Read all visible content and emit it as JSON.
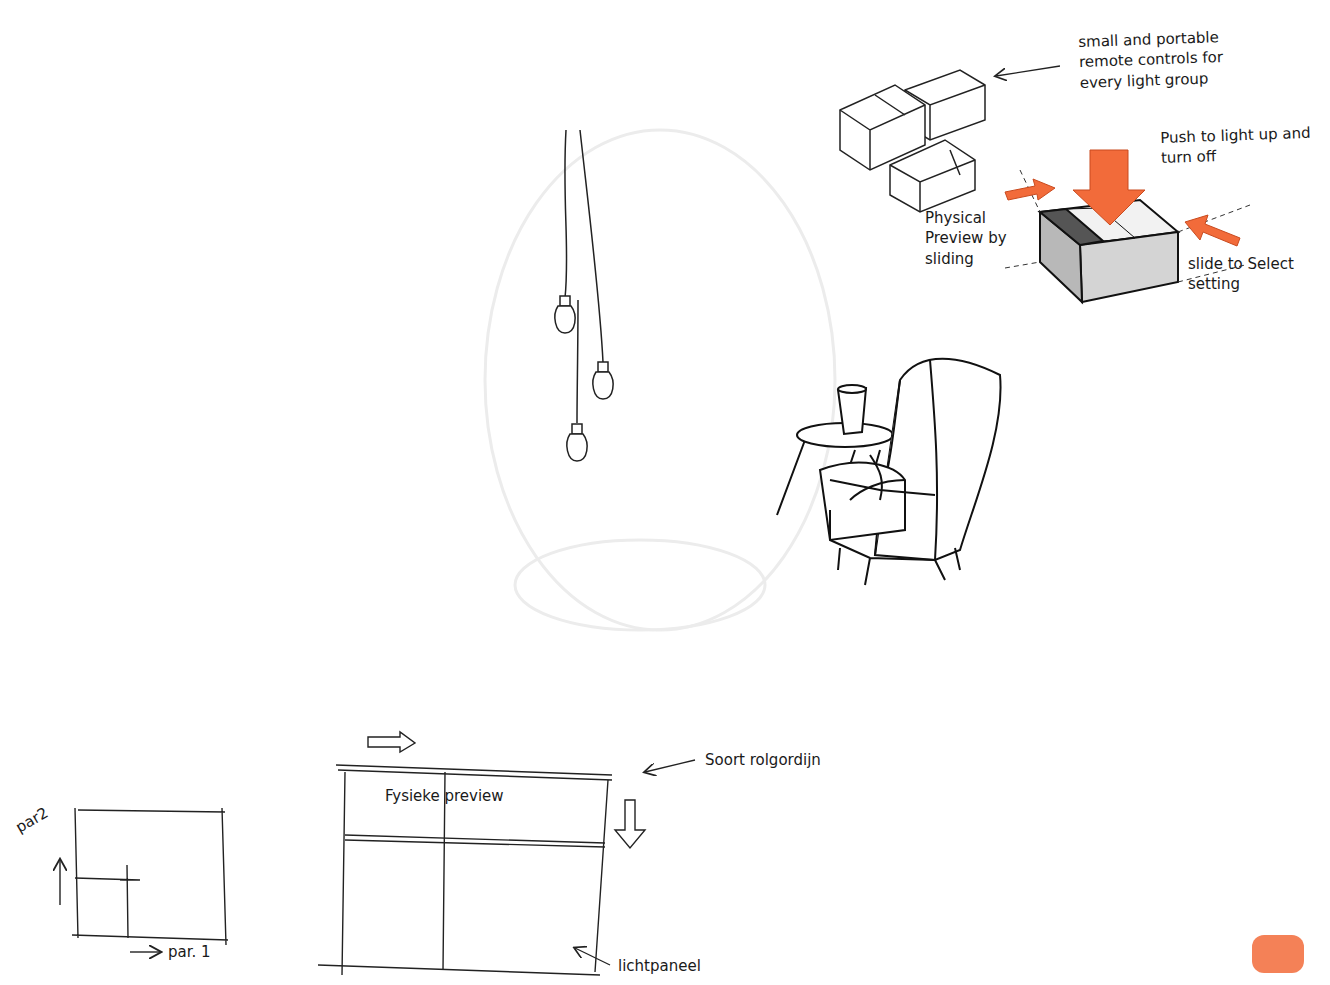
{
  "diagram": {
    "labels": [
      "small and portable remote controls for every light group",
      "Push to light up and turn off",
      "Physical Preview by sliding",
      "slide to Select setting",
      "par2",
      "par. 1",
      "Fysieke preview",
      "Soort rolgordijn",
      "lichtpaneel"
    ]
  }
}
